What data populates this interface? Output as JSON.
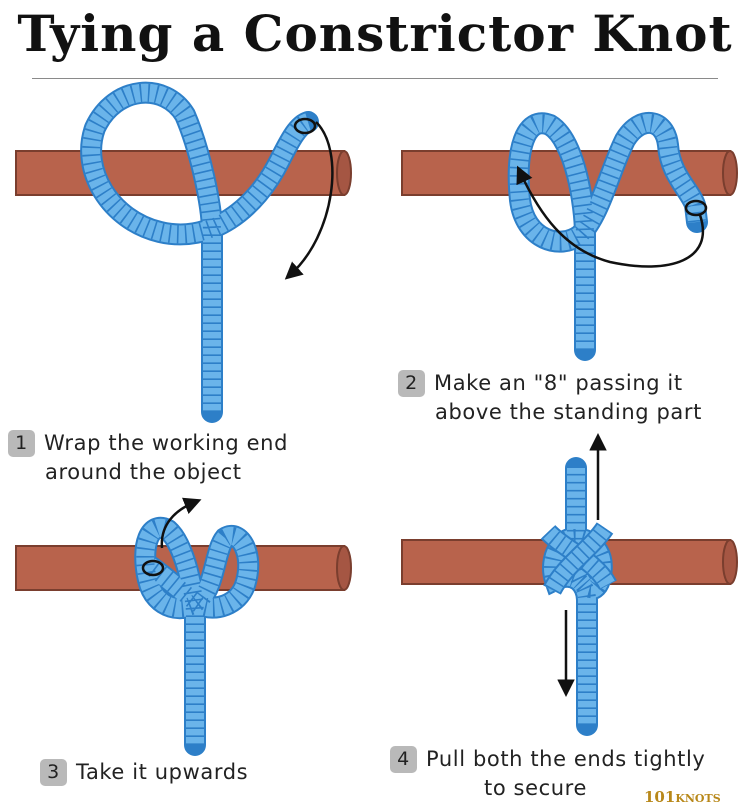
{
  "title": "Tying a Constrictor Knot",
  "colors": {
    "rope": "#6ab4ea",
    "rope_stripe": "#2d7fc8",
    "pole": "#b8634c",
    "pole_edge": "#7a3e2e",
    "arrow": "#111111"
  },
  "steps": [
    {
      "number": "1",
      "line1": "Wrap the working end",
      "line2": "around the object"
    },
    {
      "number": "2",
      "line1": "Make an \"8\" passing it",
      "line2": "above the standing part"
    },
    {
      "number": "3",
      "line1": "Take it upwards",
      "line2": ""
    },
    {
      "number": "4",
      "line1": "Pull both the ends tightly",
      "line2": "to secure"
    }
  ],
  "brand": {
    "prefix": "101",
    "name": "KNOTS"
  }
}
